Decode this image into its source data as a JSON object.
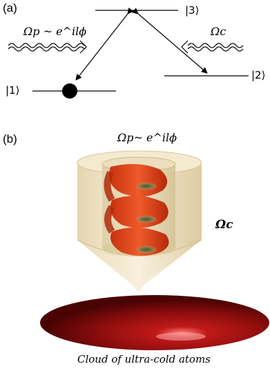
{
  "panel_a": {
    "label": "(a)",
    "levels": {
      "l1": "|1⟩",
      "l2": "|2⟩",
      "l3": "|3⟩"
    },
    "probe_label": "Ωp ~ e^ilϕ",
    "control_label": "Ωc"
  },
  "panel_b": {
    "label": "(b)",
    "probe_label": "Ωp~ e^ilϕ",
    "control_label": "Ωc",
    "caption": "Cloud of ultra-cold atoms"
  },
  "colors": {
    "cylinder": "#efe3c2",
    "helix": "#e0451f",
    "cloud": "#8e0d0d"
  }
}
